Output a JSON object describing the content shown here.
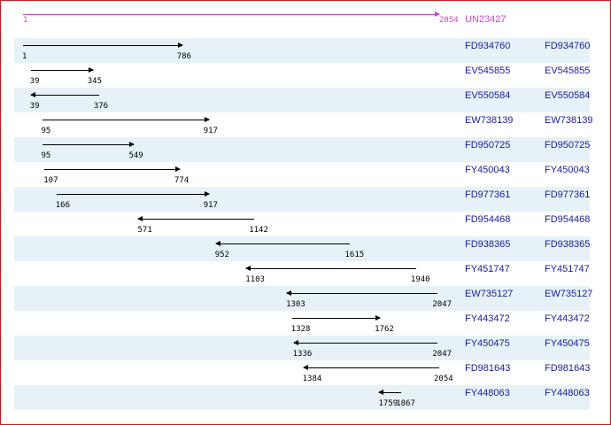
{
  "colors": {
    "reference": "#cc44cc",
    "link": "#1a1a9c",
    "band": "#e6f2f7",
    "border": "#c02020"
  },
  "reference": {
    "id": "UN23427",
    "start": "1",
    "end": "2054"
  },
  "alignments": [
    {
      "acc": "FD934760",
      "acc2": "FD934760",
      "start": "1",
      "end": "786",
      "dir": "right"
    },
    {
      "acc": "EV545855",
      "acc2": "EV545855",
      "start": "39",
      "end": "345",
      "dir": "right"
    },
    {
      "acc": "EV550584",
      "acc2": "EV550584",
      "start": "39",
      "end": "376",
      "dir": "left"
    },
    {
      "acc": "EW738139",
      "acc2": "EW738139",
      "start": "95",
      "end": "917",
      "dir": "right"
    },
    {
      "acc": "FD950725",
      "acc2": "FD950725",
      "start": "95",
      "end": "549",
      "dir": "right"
    },
    {
      "acc": "FY450043",
      "acc2": "FY450043",
      "start": "107",
      "end": "774",
      "dir": "right"
    },
    {
      "acc": "FD977361",
      "acc2": "FD977361",
      "start": "166",
      "end": "917",
      "dir": "right"
    },
    {
      "acc": "FD954468",
      "acc2": "FD954468",
      "start": "571",
      "end": "1142",
      "dir": "left"
    },
    {
      "acc": "FD938365",
      "acc2": "FD938365",
      "start": "952",
      "end": "1615",
      "dir": "left"
    },
    {
      "acc": "FY451747",
      "acc2": "FY451747",
      "start": "1103",
      "end": "1940",
      "dir": "left"
    },
    {
      "acc": "EW735127",
      "acc2": "EW735127",
      "start": "1303",
      "end": "2047",
      "dir": "left"
    },
    {
      "acc": "FY443472",
      "acc2": "FY443472",
      "start": "1328",
      "end": "1762",
      "dir": "right"
    },
    {
      "acc": "FY450475",
      "acc2": "FY450475",
      "start": "1336",
      "end": "2047",
      "dir": "left"
    },
    {
      "acc": "FD981643",
      "acc2": "FD981643",
      "start": "1384",
      "end": "2054",
      "dir": "left"
    },
    {
      "acc": "FY448063",
      "acc2": "FY448063",
      "start": "1759",
      "end": "1867",
      "dir": "left"
    }
  ]
}
